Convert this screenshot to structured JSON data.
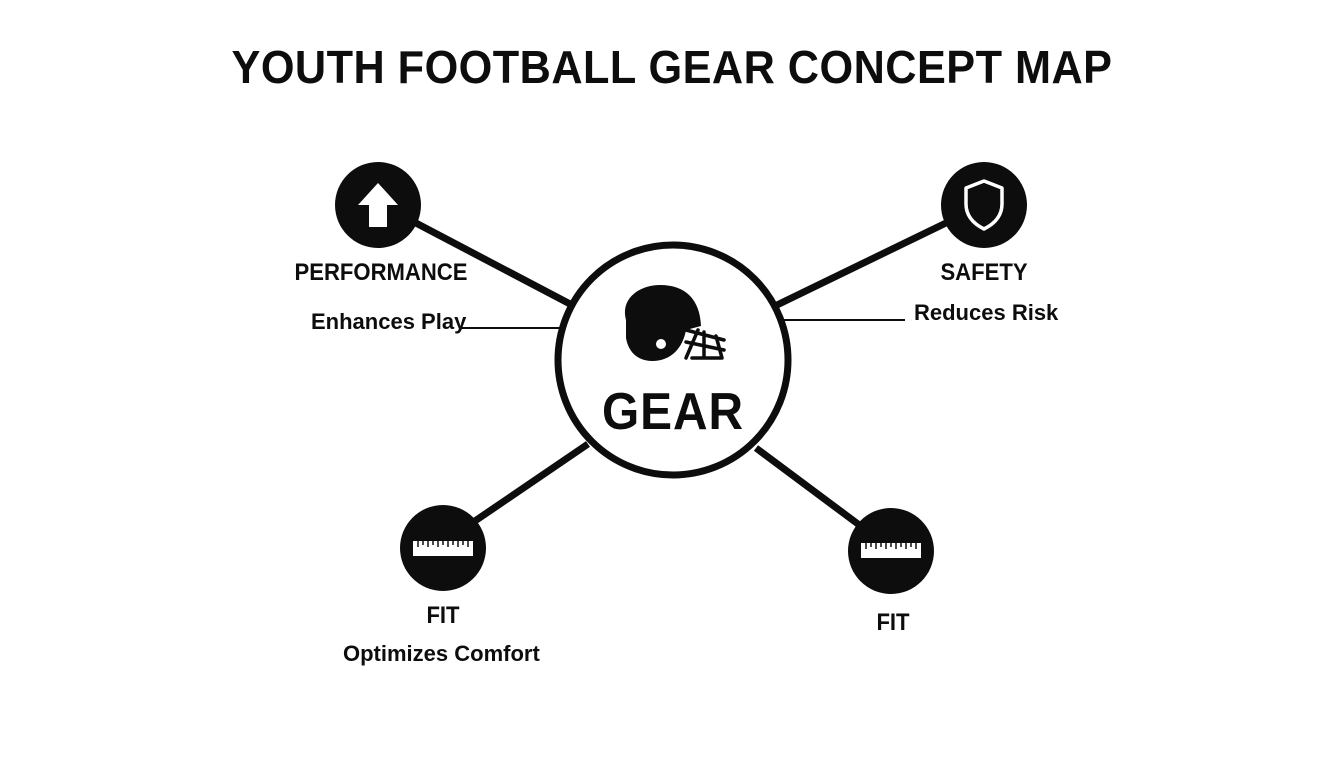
{
  "title": "YOUTH FOOTBALL GEAR CONCEPT MAP",
  "center": {
    "label": "GEAR",
    "icon": "football-helmet-icon"
  },
  "nodes": [
    {
      "id": "performance",
      "label": "PERFORMANCE",
      "description": "Enhances Play",
      "icon": "arrow-up-icon"
    },
    {
      "id": "safety",
      "label": "SAFETY",
      "description": "Reduces Risk",
      "icon": "shield-icon"
    },
    {
      "id": "fit-left",
      "label": "FIT",
      "description": "Optimizes Comfort",
      "icon": "ruler-icon"
    },
    {
      "id": "fit-right",
      "label": "FIT",
      "description": "",
      "icon": "ruler-icon"
    }
  ],
  "colors": {
    "ink": "#0d0d0d",
    "background": "#ffffff"
  }
}
